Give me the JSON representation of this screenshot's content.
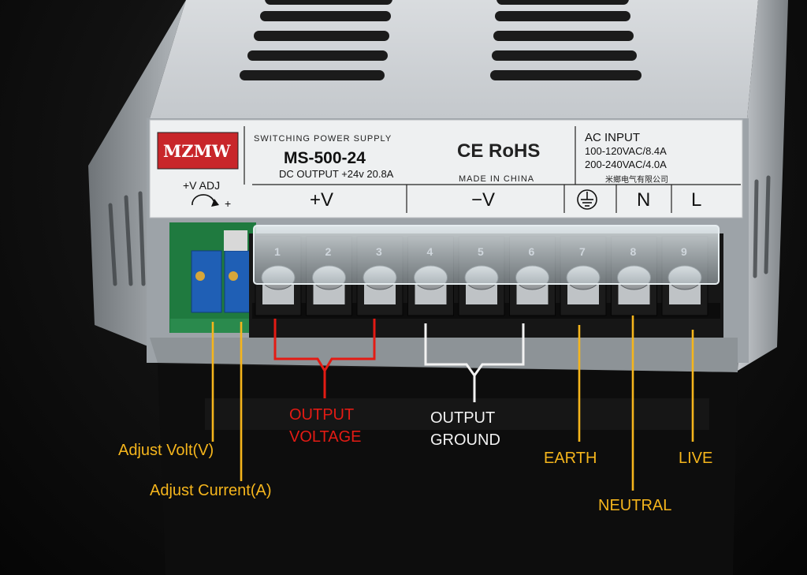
{
  "label": {
    "brand": "MZMW",
    "product_type": "SWITCHING POWER SUPPLY",
    "model": "MS-500-24",
    "dc_output": "DC OUTPUT  +24v   20.8A",
    "certifications": "CE RoHS",
    "made_in": "MADE  IN  CHINA",
    "ac_input_title": "AC INPUT",
    "ac_input_line1": "100-120VAC/8.4A",
    "ac_input_line2": "200-240VAC/4.0A",
    "manufacturer_cn": "米鄉电气有限公司",
    "adj_label": "+V ADJ",
    "adj_plus": "+",
    "terminals": {
      "plus_v": "+V",
      "minus_v": "−V",
      "n": "N",
      "l": "L"
    }
  },
  "terminal_numbers": [
    "1",
    "2",
    "3",
    "4",
    "5",
    "6",
    "7",
    "8",
    "9"
  ],
  "annotations": {
    "output_voltage": "OUTPUT\nVOLTAGE",
    "output_ground": "OUTPUT\nGROUND",
    "adjust_volt": "Adjust Volt(V)",
    "adjust_current": "Adjust Current(A)",
    "earth": "EARTH",
    "neutral": "NEUTRAL",
    "live": "LIVE"
  },
  "colors": {
    "annotation_yellow": "#f5b51c",
    "annotation_red": "#e31b14",
    "annotation_white": "#f2f2f2",
    "brand_red": "#c8262a"
  }
}
